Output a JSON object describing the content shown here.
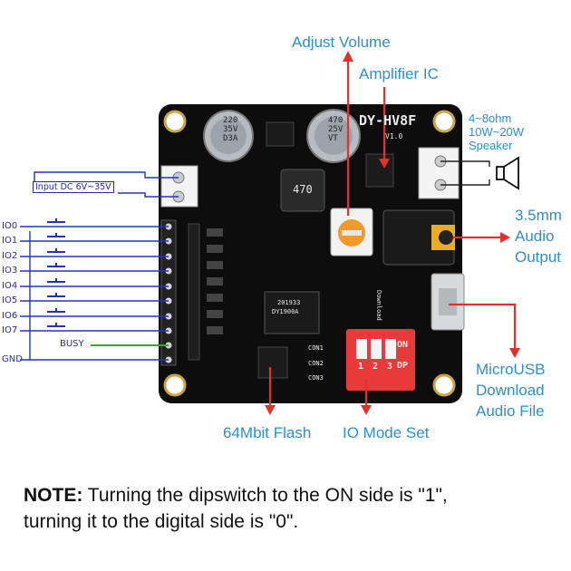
{
  "board": {
    "name": "DY-HV8F",
    "version": "V1.0",
    "chip_label": "DY1900A",
    "chip_code": "201933",
    "cap_left": [
      "220",
      "35V",
      "D3A"
    ],
    "cap_right": [
      "470",
      "25V",
      "VT"
    ],
    "inductor": "470",
    "download_label": "Download",
    "dip_labels": [
      "ON",
      "DP"
    ],
    "dip_numbers": [
      "1",
      "2",
      "3"
    ],
    "con_labels": [
      "CON1",
      "CON2",
      "CON3"
    ]
  },
  "labels": {
    "adjust_volume": "Adjust Volume",
    "amplifier_ic": "Amplifier  IC",
    "speaker": [
      "4~8ohm",
      "10W~20W",
      "Speaker"
    ],
    "audio_output": [
      "3.5mm",
      "Audio",
      "Output"
    ],
    "microusb": [
      "MicroUSB",
      "Download",
      "Audio File"
    ],
    "flash": "64Mbit Flash",
    "io_mode": "IO Mode Set",
    "input_dc": "Input DC 6V~35V",
    "busy": "BUSY",
    "gnd": "GND",
    "io_pins": [
      "IO0",
      "IO1",
      "IO2",
      "IO3",
      "IO4",
      "IO5",
      "IO6",
      "IO7"
    ]
  },
  "note": {
    "bold": "NOTE:",
    "line1": " Turning the dipswitch to the ON side is \"1\",",
    "line2": "turning it to the digital side is \"0\"."
  },
  "colors": {
    "pcb": "#0d0d0d",
    "label_blue": "#2e8fc9",
    "arrow_red": "#e0312b",
    "wire_blue": "#2233bb",
    "wire_green": "#2faa33",
    "dip_red": "#e83a3a"
  }
}
